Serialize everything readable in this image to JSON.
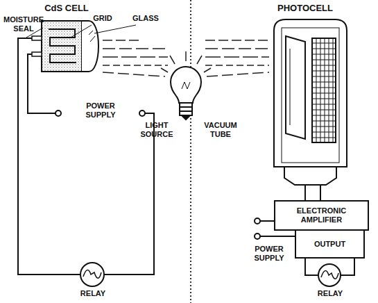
{
  "diagram": {
    "nodes": [
      {
        "text": [
          "ELECTRONIC AMPLIFIER"
        ]
      },
      {
        "text": [
          "OUTPUT"
        ]
      }
    ],
    "labels": [
      "CdS CELL",
      "PHOTOCELL",
      "MOISTURE SEAL",
      "GRID",
      "GLASS",
      "LIGHT SOURCE",
      "VACUUM TUBE",
      "POWER SUPPLY",
      "RELAY",
      "POWER SUPPLY",
      "RELAY"
    ]
  }
}
